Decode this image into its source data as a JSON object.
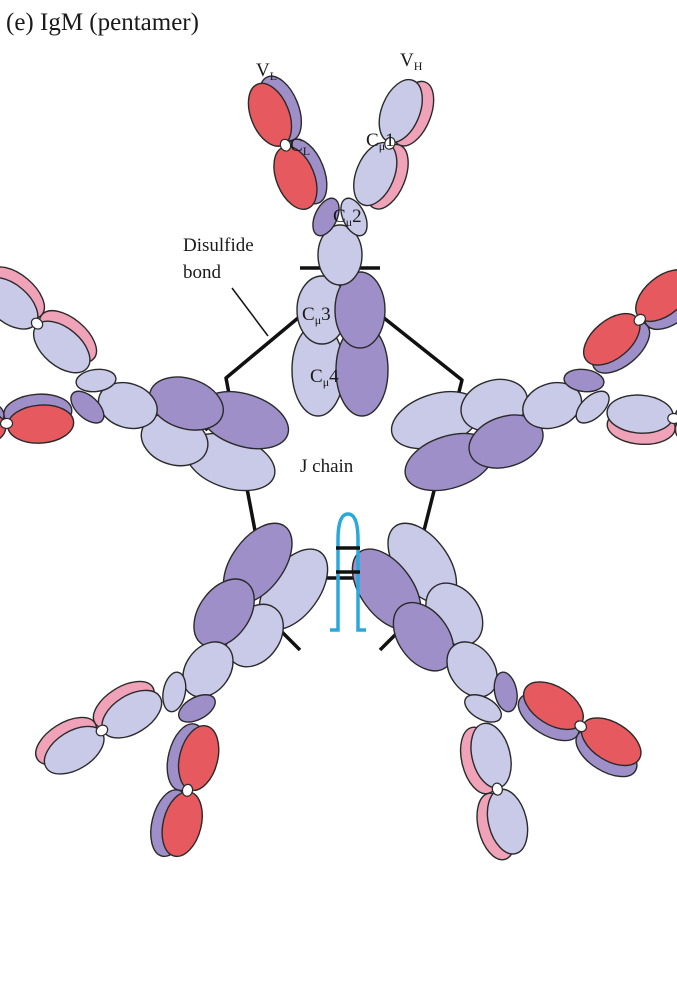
{
  "figure": {
    "title": "(e) IgM (pentamer)"
  },
  "labels": {
    "vl": "V",
    "vl_sub": "L",
    "vh": "V",
    "vh_sub": "H",
    "cl": "C",
    "cl_sub": "L",
    "cmu1": "C",
    "cmu1_sub": "μ",
    "cmu1_num": "1",
    "cmu2": "C",
    "cmu2_sub": "μ",
    "cmu2_num": "2",
    "cmu3": "C",
    "cmu3_sub": "μ",
    "cmu3_num": "3",
    "cmu4": "C",
    "cmu4_sub": "μ",
    "cmu4_num": "4",
    "disulfide_line1": "Disulfide",
    "disulfide_line2": "bond",
    "j_chain": "J chain"
  },
  "colors": {
    "heavy_light": "#c9c9e8",
    "heavy_dark": "#9f8fc9",
    "light_red": "#e6595e",
    "light_pink": "#f0a3b8",
    "outline": "#2a2a2a",
    "j_chain": "#2aa8dc",
    "bond": "#111111"
  }
}
